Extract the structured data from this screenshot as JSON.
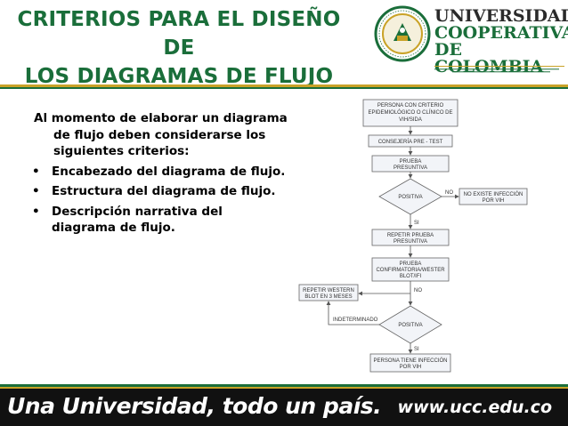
{
  "header": {
    "title_line1": "CRITERIOS PARA EL DISEÑO DE",
    "title_line2": "LOS DIAGRAMAS DE FLUJO",
    "university": {
      "line1": "UNIVERSIDAD",
      "line2": "COOPERATIVA",
      "line3": "DE COLOMBIA"
    },
    "seal_icon": "university-seal-icon"
  },
  "content": {
    "intro_line1": "Al momento de elaborar un diagrama",
    "intro_line2": "de flujo deben considerarse los",
    "intro_line3": "siguientes criterios:",
    "bullets": [
      "Encabezado del diagrama de flujo.",
      "Estructura del diagrama de flujo.",
      "Descripción narrativa del diagrama de flujo."
    ],
    "bullet3_line1": "Descripción narrativa del",
    "bullet3_line2": "diagrama de flujo."
  },
  "flowchart": {
    "start_l1": "PERSONA CON CRITERIO",
    "start_l2": "EPIDEMIOLÓGICO O CLÍNICO DE",
    "start_l3": "VIH/SIDA",
    "step2": "CONSEJERÍA PRE   -   TEST",
    "step3_l1": "PRUEBA",
    "step3_l2": "PRESUNTIVA",
    "dec1": "POSITIVA",
    "no1": "NO",
    "out_neg_l1": "NO EXISTE INFECCIÓN",
    "out_neg_l2": "POR VIH",
    "si1": "SI",
    "step4_l1": "REPETIR PRUEBA",
    "step4_l2": "PRESUNTIVA",
    "step5_l1": "PRUEBA",
    "step5_l2": "CONFIRMATORIA/WESTER",
    "step5_l3": "BLOT/IFI",
    "repeat_l1": "REPETIR WESTERN",
    "repeat_l2": "BLOT EN 3 MESES",
    "no2": "NO",
    "indet": "INDETERMINADO",
    "dec2": "POSITIVA",
    "si2": "SI",
    "end_l1": "PERSONA TIENE INFECCIÓN",
    "end_l2": "POR VIH"
  },
  "footer": {
    "slogan": "Una Universidad, todo un país.",
    "url": "www.ucc.edu.co"
  },
  "colors": {
    "brand_green": "#1a6e3a",
    "brand_gold": "#c9a227",
    "footer_bg": "#111111"
  }
}
